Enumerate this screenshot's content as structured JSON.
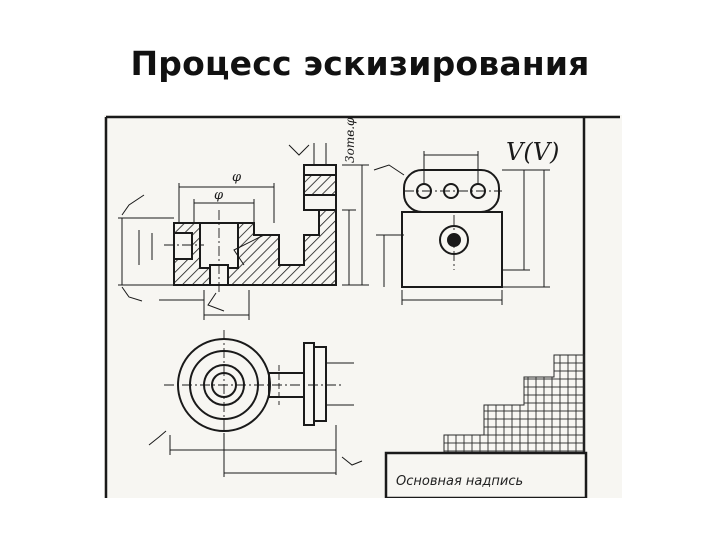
{
  "slide": {
    "title": "Процесс эскизирования"
  },
  "drawing": {
    "title_block_label": "Основная надпись",
    "roughness_symbol": "V(V)",
    "dim_phi": "φ",
    "dim_holes": "3отв.φ"
  },
  "colors": {
    "ink": "#1a1a1a",
    "paper": "#f7f6f2",
    "grid": "#2a2a2a"
  }
}
